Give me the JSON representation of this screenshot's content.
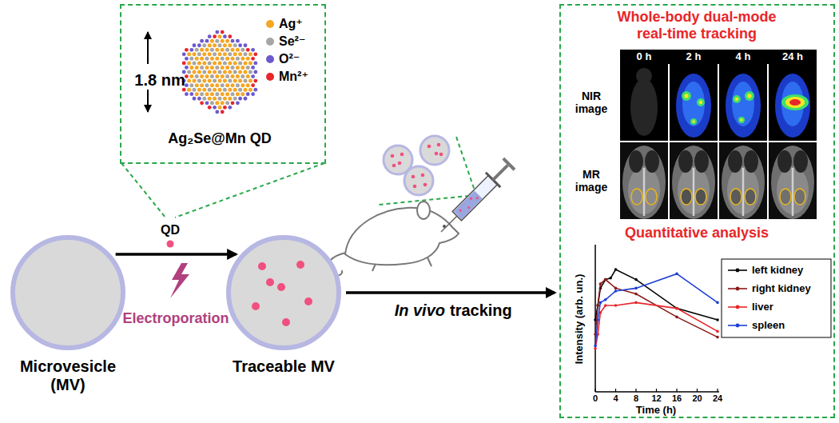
{
  "diagram": {
    "nodes": [
      {
        "text": [
          "1.8 nm",
          "Ag₂Se@Mn QD"
        ]
      },
      {
        "text": [
          "Microvesicle (MV)"
        ]
      },
      {
        "text": [
          "Traceable MV"
        ]
      },
      {
        "text": [
          "Whole-body dual-mode real-time tracking",
          "Quantitative analysis"
        ]
      }
    ],
    "edges": [
      {
        "from": 1,
        "to": 2,
        "arrow": "to"
      },
      {
        "from": 2,
        "to": 3,
        "arrow": "to"
      }
    ],
    "labels": [
      "QD",
      "Electroporation",
      "In vivo",
      "tracking",
      "0 h",
      "2 h",
      "4 h",
      "24 h",
      "NIR image",
      "MR image",
      "Intensity (arb. un.)",
      "Time (h)",
      "0",
      "4",
      "8",
      "12",
      "16",
      "20",
      "24"
    ],
    "legend": [
      {
        "text": "Ag⁺",
        "color": "#f5a623"
      },
      {
        "text": "Se²⁻",
        "color": "#a6a6a6"
      },
      {
        "text": "O²⁻",
        "color": "#6a5acd"
      },
      {
        "text": "Mn²⁺",
        "color": "#e8262a"
      },
      {
        "text": "left kidney"
      },
      {
        "text": "right kidney"
      },
      {
        "text": "liver"
      },
      {
        "text": "spleen"
      }
    ]
  }
}
